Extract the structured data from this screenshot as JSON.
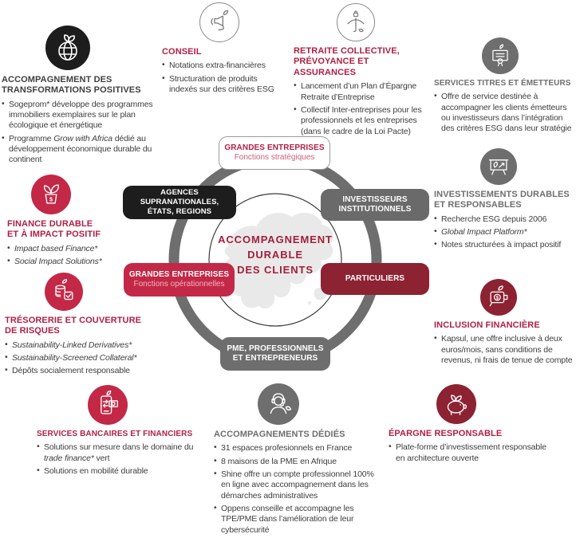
{
  "palette": {
    "brand_red": "#C42847",
    "dark_red": "#8D2232",
    "title_red": "#B01F44",
    "center_red": "#A41E3C",
    "gray": "#6E6E6E",
    "dark_gray_box": "#6A6A6A",
    "black": "#1D1D1D",
    "title_dark": "#3F3F3F",
    "body_text": "#3E3E3E",
    "map_gray": "#E9E9E9"
  },
  "center": {
    "heading_lines": [
      "ACCOMPAGNEMENT",
      "DURABLE",
      "DES CLIENTS"
    ],
    "boxes": {
      "strategic": {
        "label": "GRANDES ENTREPRISES",
        "sublabel": "Fonctions stratégiques"
      },
      "supranational": {
        "label_lines": [
          "AGENCES SUPRANATIONALES,",
          "ÉTATS, REGIONS"
        ]
      },
      "institutional": {
        "label_lines": [
          "INVESTISSEURS",
          "INSTITUTIONNELS"
        ]
      },
      "operational": {
        "label": "GRANDES ENTREPRISES",
        "sublabel": "Fonctions opérationnelles"
      },
      "individuals": {
        "label": "PARTICULIERS"
      },
      "sme": {
        "label_lines": [
          "PME, PROFESSIONNELS",
          "ET ENTREPRENEURS"
        ]
      }
    }
  },
  "sections": {
    "transformations": {
      "icon": "globe-leaf-icon",
      "title_lines": [
        "ACCOMPAGNEMENT DES",
        "TRANSFORMATIONS POSITIVES"
      ],
      "bullets": [
        "Sogeprom* développe des programmes immobiliers exemplaires sur le plan écologique et énergétique",
        {
          "runs": [
            {
              "t": "Programme "
            },
            {
              "t": "Grow with Africa",
              "i": true
            },
            {
              "t": " dédié au développement économique durable du continent"
            }
          ]
        }
      ]
    },
    "conseil": {
      "icon": "megaphone-advice-icon",
      "title": "CONSEIL",
      "bullets": [
        "Notations extra-financières",
        "Structuration de produits indexés sur des critères ESG"
      ]
    },
    "retraite": {
      "icon": "umbrella-protection-icon",
      "title_lines": [
        "RETRAITE COLLECTIVE,",
        "PRÉVOYANCE ET ASSURANCES"
      ],
      "bullets": [
        "Lancement d’un Plan d’Épargne Retraite d’Entreprise",
        "Collectif Inter-entreprises pour les professionnels et les entreprises (dans le cadre de la Loi Pacte)"
      ]
    },
    "services_titres": {
      "icon": "certificate-icon",
      "title": "SERVICES TITRES ET ÉMETTEURS",
      "bullets": [
        "Offre de service destinée à accompagner les clients émetteurs ou investisseurs dans l’intégration des critères ESG dans leur stratégie"
      ]
    },
    "investissements": {
      "icon": "presentation-chart-icon",
      "title_lines": [
        "INVESTISSEMENTS DURABLES",
        "ET RESPONSABLES"
      ],
      "bullets": [
        "Recherche ESG depuis 2006",
        {
          "runs": [
            {
              "t": "Global Impact Platform*",
              "i": true
            }
          ]
        },
        "Notes structurées à impact positif"
      ]
    },
    "inclusion": {
      "icon": "wallet-inclusion-icon",
      "title": "INCLUSION FINANCIÈRE",
      "bullets": [
        "Kapsul, une offre inclusive à deux euros/mois, sans conditions de revenus, ni frais de tenue de compte"
      ]
    },
    "epargne": {
      "icon": "piggy-bank-icon",
      "title": "ÉPARGNE RESPONSABLE",
      "bullets": [
        "Plate-forme d’investissement responsable en architecture ouverte"
      ]
    },
    "accompagnements": {
      "icon": "headset-support-icon",
      "title": "ACCOMPAGNEMENTS DÉDIÉS",
      "bullets": [
        "31 espaces profesionnels en France",
        "8 maisons de la PME en Afrique",
        "Shine offre un compte professionnel 100% en ligne avec accompagnement dans les démarches administratives",
        "Oppens conseille et accompagne les TPE/PME dans l’amélioration  de leur cybersécurité"
      ]
    },
    "services_bancaires": {
      "icon": "mobile-banking-icon",
      "title": "SERVICES BANCAIRES ET FINANCIERS",
      "bullets": [
        {
          "runs": [
            {
              "t": "Solutions sur mesure dans le domaine du "
            },
            {
              "t": "trade finance*",
              "i": true
            },
            {
              "t": " vert"
            }
          ]
        },
        "Solutions en mobilité durable"
      ]
    },
    "finance_durable": {
      "icon": "plant-growth-icon",
      "title_lines": [
        "FINANCE DURABLE",
        "ET À IMPACT POSITIF"
      ],
      "bullets": [
        {
          "runs": [
            {
              "t": "Impact based Finance*",
              "i": true
            }
          ]
        },
        {
          "runs": [
            {
              "t": "Social Impact Solutions*",
              "i": true
            }
          ]
        }
      ]
    },
    "tresorerie": {
      "icon": "coins-risk-icon",
      "title_lines": [
        "TRÉSORERIE ET COUVERTURE",
        "DE RISQUES"
      ],
      "bullets": [
        {
          "runs": [
            {
              "t": "Sustainability-Linked Derivatives*",
              "i": true
            }
          ]
        },
        {
          "runs": [
            {
              "t": "Sustainability-Screened Collateral*",
              "i": true
            }
          ]
        },
        "Dépôts socialement responsable"
      ]
    }
  }
}
